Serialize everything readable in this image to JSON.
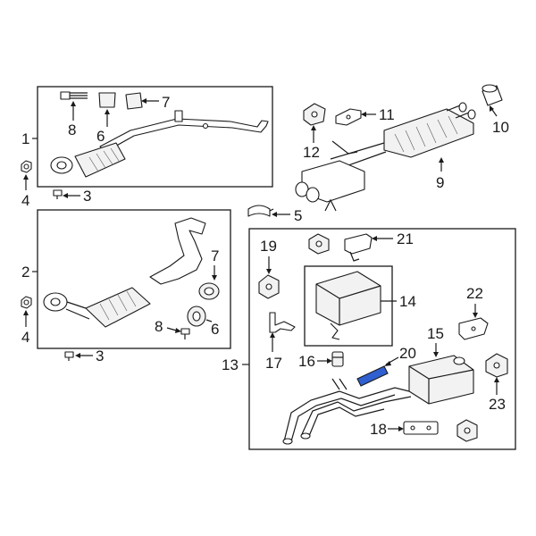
{
  "callouts": {
    "c1": "1",
    "c2": "2",
    "c3a": "3",
    "c3b": "3",
    "c4a": "4",
    "c4b": "4",
    "c5": "5",
    "c6a": "6",
    "c6b": "6",
    "c7a": "7",
    "c7b": "7",
    "c8a": "8",
    "c8b": "8",
    "c9": "9",
    "c10": "10",
    "c11": "11",
    "c12": "12",
    "c13": "13",
    "c14": "14",
    "c15": "15",
    "c16": "16",
    "c17": "17",
    "c18": "18",
    "c19": "19",
    "c20": "20",
    "c21": "21",
    "c22": "22",
    "c23": "23"
  },
  "colors": {
    "line": "#1a1a1a",
    "highlight_part": "#2f5fd0",
    "background": "#ffffff"
  },
  "highlighted_part": "20"
}
